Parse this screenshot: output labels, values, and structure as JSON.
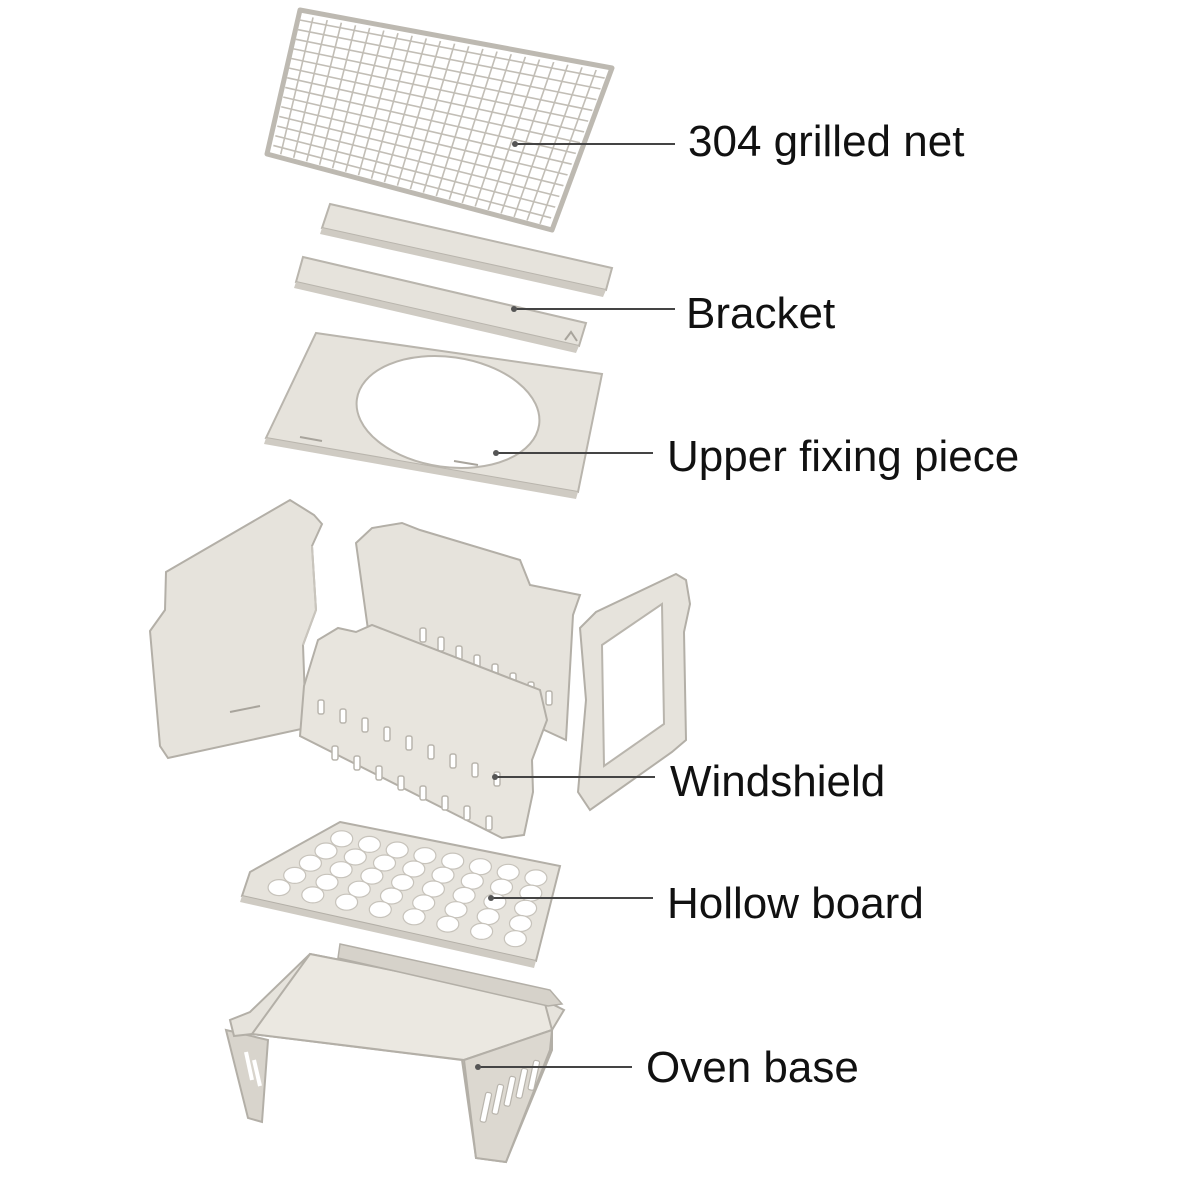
{
  "labels": {
    "grill_net": "304 grilled net",
    "bracket": "Bracket",
    "upper_fixing_piece": "Upper fixing piece",
    "windshield": "Windshield",
    "hollow_board": "Hollow board",
    "oven_base": "Oven base"
  },
  "colors": {
    "metal": "#e6e3dc",
    "metal_edge": "#b9b5ad",
    "metal_dark": "#a8a49c",
    "leader_line": "#444444",
    "text": "#111111"
  }
}
